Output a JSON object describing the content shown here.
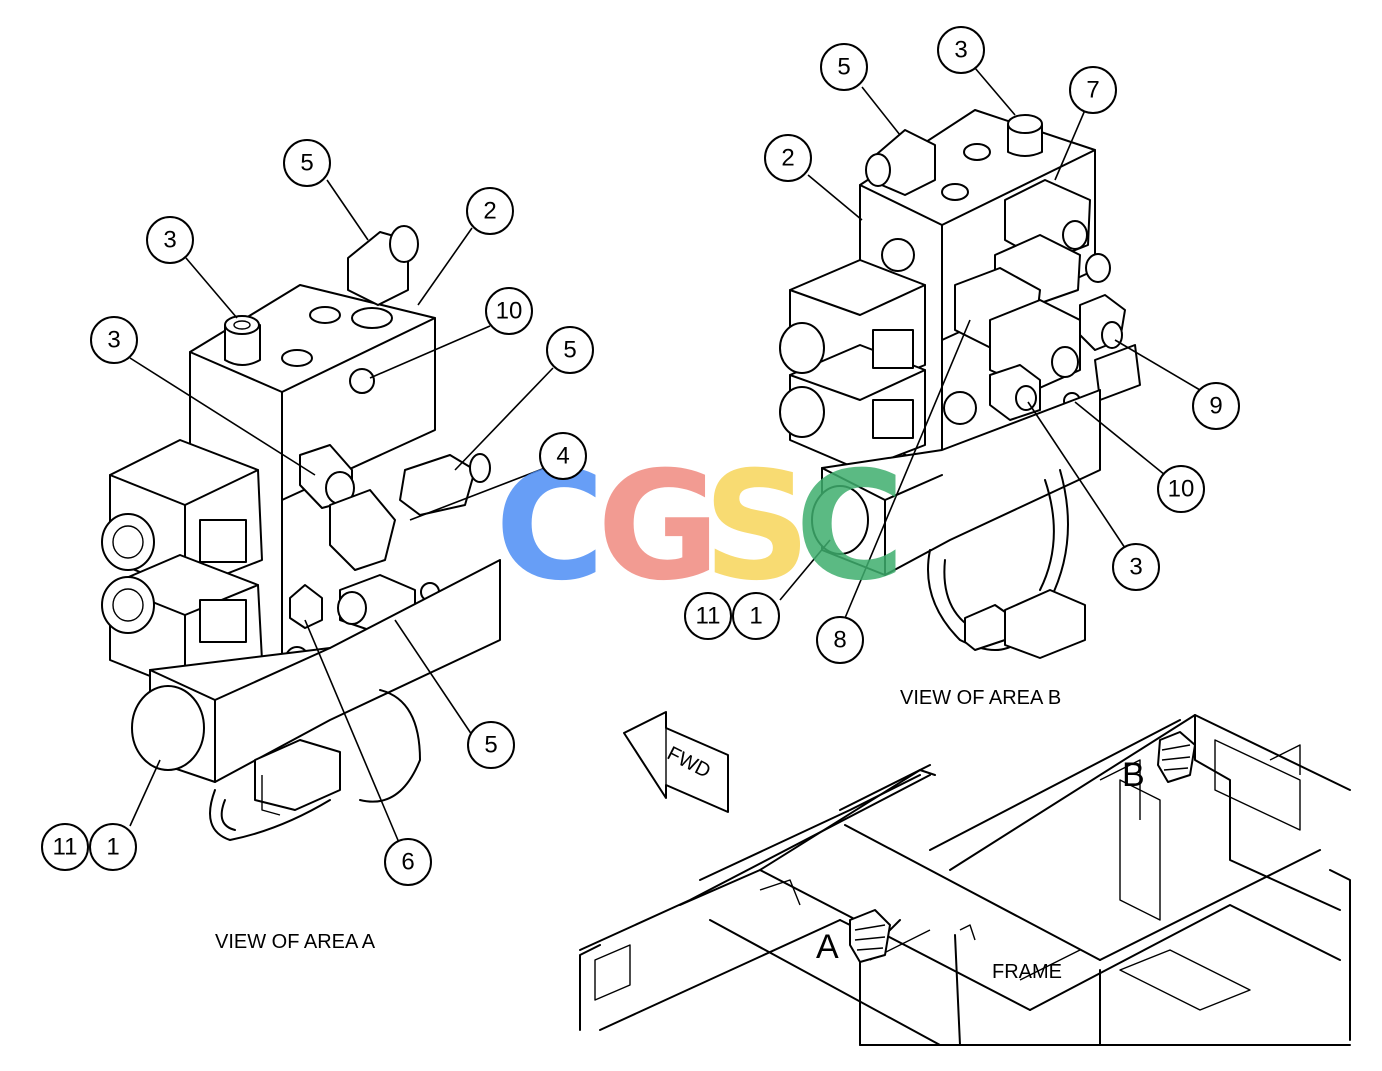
{
  "captions": {
    "view_a": "VIEW OF AREA A",
    "view_b": "VIEW OF AREA B",
    "frame": "FRAME",
    "fwd": "FWD",
    "area_a": "A",
    "area_b": "B"
  },
  "watermark": {
    "letters": [
      "C",
      "G",
      "S",
      "C"
    ],
    "colors": [
      "#4d8ef5",
      "#f08a80",
      "#f7d55a",
      "#3fae6e"
    ]
  },
  "view_a_callouts": {
    "c5_top": "5",
    "c2": "2",
    "c3_top": "3",
    "c10": "10",
    "c3_mid": "3",
    "c5_right": "5",
    "c4": "4",
    "c5_low": "5",
    "c6": "6",
    "c11": "11",
    "c1": "1"
  },
  "view_b_callouts": {
    "c5": "5",
    "c3_top": "3",
    "c7": "7",
    "c2": "2",
    "c9": "9",
    "c10": "10",
    "c3_low": "3",
    "c8": "8",
    "c11": "11",
    "c1": "1"
  }
}
